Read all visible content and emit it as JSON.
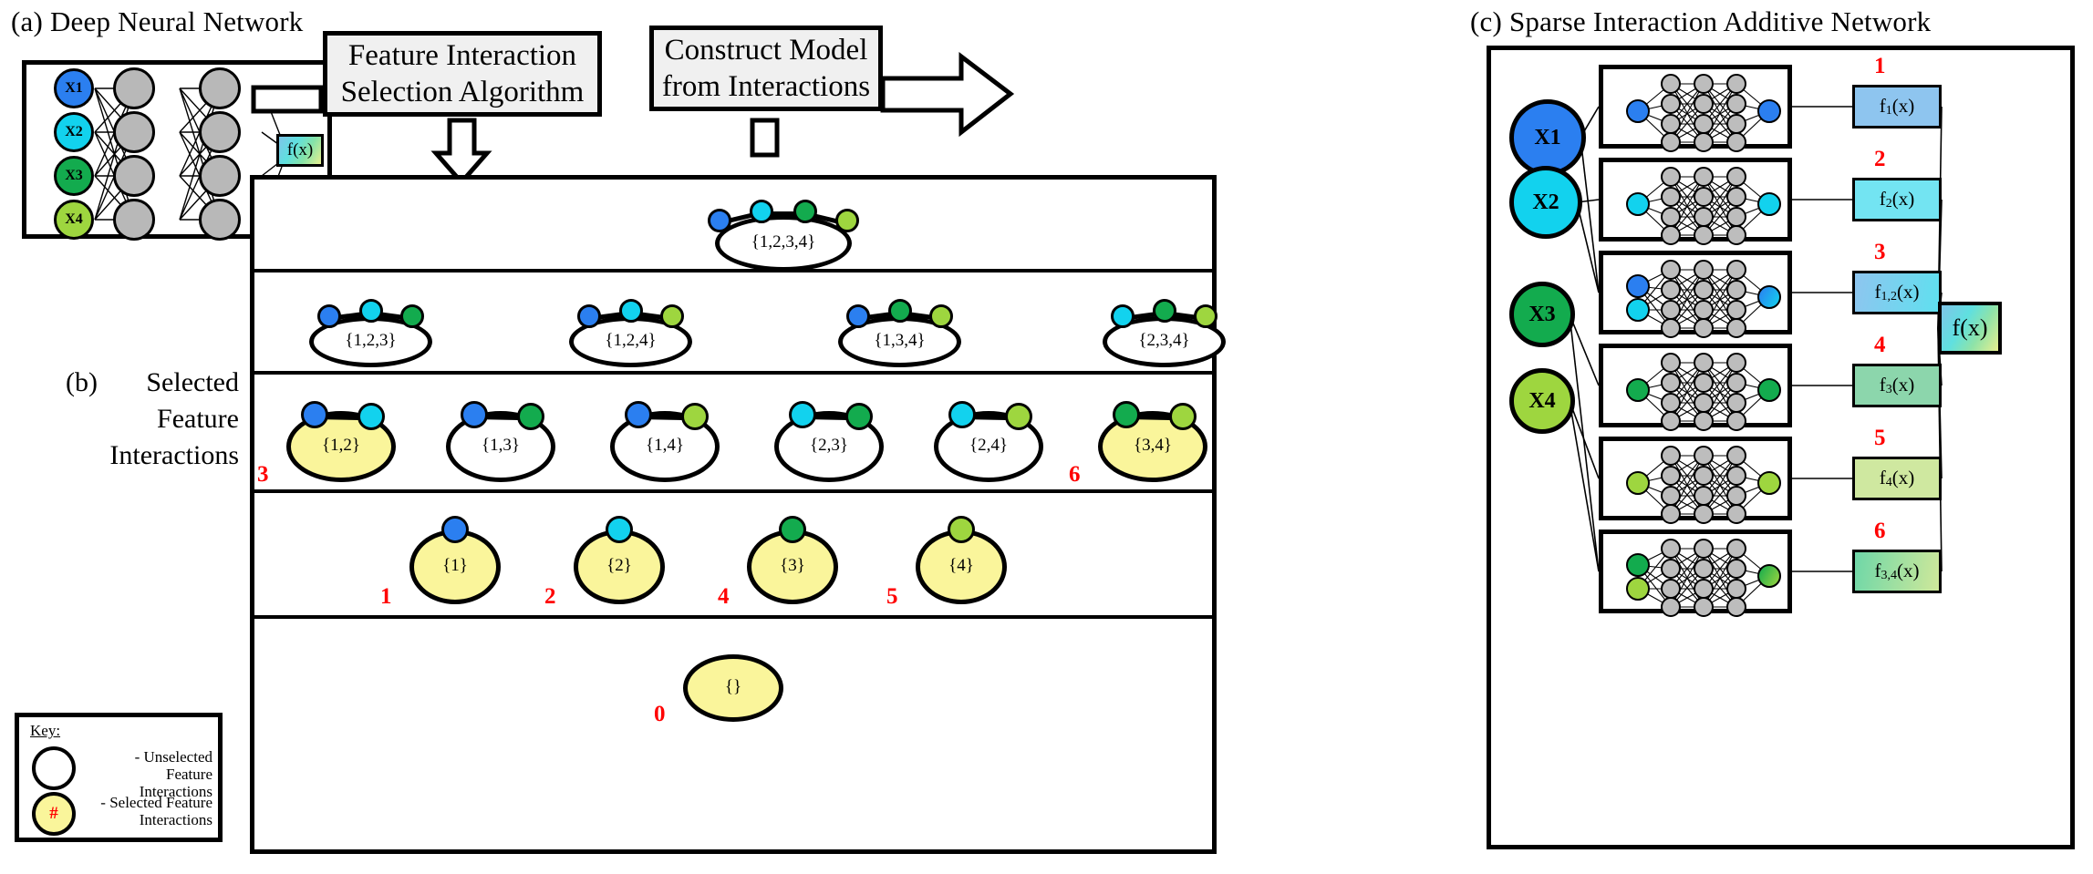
{
  "panel_a": {
    "title": "(a) Deep Neural Network",
    "inputs": [
      {
        "label": "X1",
        "color": "#2b7ff0"
      },
      {
        "label": "X2",
        "color": "#12d2ee"
      },
      {
        "label": "X3",
        "color": "#13ab4e"
      },
      {
        "label": "X4",
        "color": "#9ed63f"
      }
    ],
    "hidden_layers": 2,
    "hidden_units_per_layer": 4,
    "output_label": "f(x)"
  },
  "process": {
    "step1_line1": "Feature Interaction",
    "step1_line2": "Selection Algorithm",
    "step2_line1": "Construct Model",
    "step2_line2": "from Interactions"
  },
  "panel_b": {
    "title_line1": "(b)",
    "title_line2": "Selected",
    "title_line3": "Feature",
    "title_line4": "Interactions",
    "colors": [
      "#2b7ff0",
      "#12d2ee",
      "#13ab4e",
      "#9ed63f"
    ],
    "selected_fill": "#faf59b",
    "unselected_fill": "#ffffff",
    "number_color": "#ff0000",
    "rows": [
      {
        "nodes": [
          {
            "label": "{1,2,3,4}",
            "members": [
              1,
              2,
              3,
              4
            ],
            "selected": false,
            "number": null
          }
        ]
      },
      {
        "nodes": [
          {
            "label": "{1,2,3}",
            "members": [
              1,
              2,
              3
            ],
            "selected": false,
            "number": null
          },
          {
            "label": "{1,2,4}",
            "members": [
              1,
              2,
              4
            ],
            "selected": false,
            "number": null
          },
          {
            "label": "{1,3,4}",
            "members": [
              1,
              3,
              4
            ],
            "selected": false,
            "number": null
          },
          {
            "label": "{2,3,4}",
            "members": [
              2,
              3,
              4
            ],
            "selected": false,
            "number": null
          }
        ]
      },
      {
        "nodes": [
          {
            "label": "{1,2}",
            "members": [
              1,
              2
            ],
            "selected": true,
            "number": "3"
          },
          {
            "label": "{1,3}",
            "members": [
              1,
              3
            ],
            "selected": false,
            "number": null
          },
          {
            "label": "{1,4}",
            "members": [
              1,
              4
            ],
            "selected": false,
            "number": null
          },
          {
            "label": "{2,3}",
            "members": [
              2,
              3
            ],
            "selected": false,
            "number": null
          },
          {
            "label": "{2,4}",
            "members": [
              2,
              4
            ],
            "selected": false,
            "number": null
          },
          {
            "label": "{3,4}",
            "members": [
              3,
              4
            ],
            "selected": true,
            "number": "6"
          }
        ]
      },
      {
        "nodes": [
          {
            "label": "{1}",
            "members": [
              1
            ],
            "selected": true,
            "number": "1"
          },
          {
            "label": "{2}",
            "members": [
              2
            ],
            "selected": true,
            "number": "2"
          },
          {
            "label": "{3}",
            "members": [
              3
            ],
            "selected": true,
            "number": "4"
          },
          {
            "label": "{4}",
            "members": [
              4
            ],
            "selected": true,
            "number": "5"
          }
        ]
      },
      {
        "nodes": [
          {
            "label": "{}",
            "members": [],
            "selected": true,
            "number": "0"
          }
        ]
      }
    ]
  },
  "key": {
    "title": "Key:",
    "unselected_line1": "- Unselected Feature",
    "unselected_line2": "Interactions",
    "selected_line1": "- Selected Feature",
    "selected_line2": "Interactions",
    "selected_mark": "#"
  },
  "panel_c": {
    "title": "(c) Sparse Interaction Additive Network",
    "inputs": [
      {
        "label": "X1",
        "color": "#2b7ff0"
      },
      {
        "label": "X2",
        "color": "#12d2ee"
      },
      {
        "label": "X3",
        "color": "#13ab4e"
      },
      {
        "label": "X4",
        "color": "#9ed63f"
      }
    ],
    "subnetworks": [
      {
        "number": "1",
        "f_main": "f",
        "f_sub": "1",
        "inputs": [
          "#2b7ff0"
        ],
        "out_color": "#2b7ff0",
        "box_bg": "linear-gradient(90deg,#8ec5ef,#8ec5ef)"
      },
      {
        "number": "2",
        "f_main": "f",
        "f_sub": "2",
        "inputs": [
          "#12d2ee"
        ],
        "out_color": "#12d2ee",
        "box_bg": "linear-gradient(90deg,#73e4f2,#73e4f2)"
      },
      {
        "number": "3",
        "f_main": "f",
        "f_sub": "1,2",
        "inputs": [
          "#2b7ff0",
          "#12d2ee"
        ],
        "out_color": "#2b7ff0",
        "box_bg": "linear-gradient(100deg,#8ec5ef 0%,#5fe0ef 100%)"
      },
      {
        "number": "4",
        "f_main": "f",
        "f_sub": "3",
        "inputs": [
          "#13ab4e"
        ],
        "out_color": "#13ab4e",
        "box_bg": "linear-gradient(90deg,#8cd6ac,#8cd6ac)"
      },
      {
        "number": "5",
        "f_main": "f",
        "f_sub": "4",
        "inputs": [
          "#9ed63f"
        ],
        "out_color": "#9ed63f",
        "box_bg": "linear-gradient(90deg,#cfe8a0,#cfe8a0)"
      },
      {
        "number": "6",
        "f_main": "f",
        "f_sub": "3,4",
        "inputs": [
          "#13ab4e",
          "#9ed63f"
        ],
        "out_color": "#13ab4e",
        "box_bg": "linear-gradient(100deg,#6ed7a8 0%,#cfe89a 100%)"
      }
    ],
    "output_label": "f(x)",
    "number_color": "#ff0000",
    "hidden_layers": 3,
    "hidden_units_per_layer": 4
  }
}
